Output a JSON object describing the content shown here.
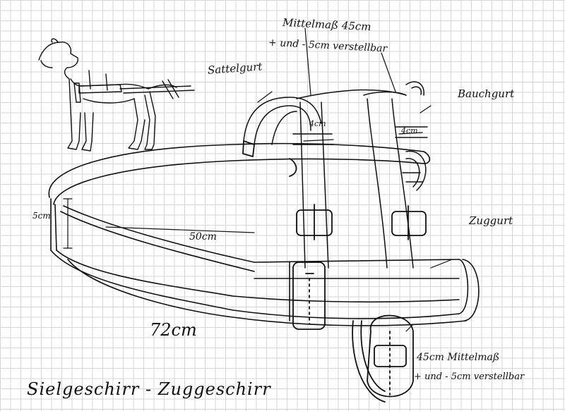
{
  "labels": {
    "mittelmass_top": "Mittelmaß 45cm",
    "adjust_top": "+ und - 5cm verstellbar",
    "sattelgurt": "Sattelgurt",
    "bauchgurt": "Bauchgurt",
    "strap_width_left": "4cm",
    "strap_width_right": "4cm",
    "height_5cm": "5cm",
    "length_50cm": "50cm",
    "zuggurt": "Zuggurt",
    "length_72cm": "72cm",
    "mittelmass_bottom": "45cm Mittelmaß",
    "adjust_bottom": "+ und - 5cm verstellbar",
    "title": "Sielgeschirr - Zuggeschirr"
  }
}
